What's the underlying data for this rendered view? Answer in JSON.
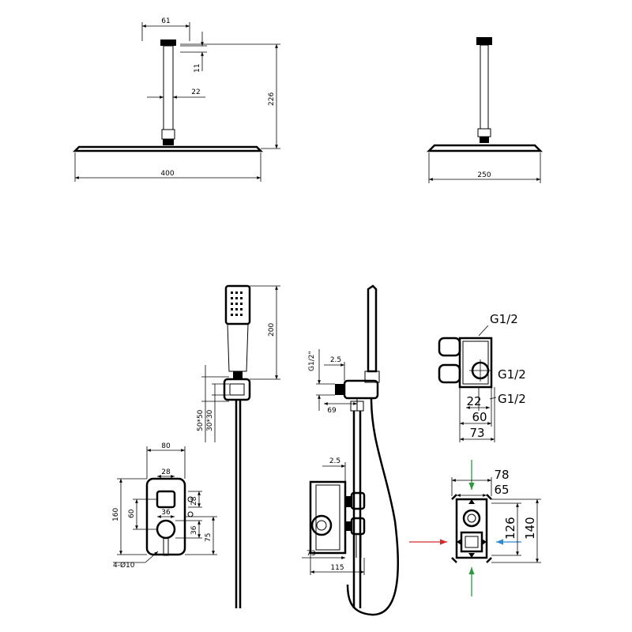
{
  "top_view_front": {
    "d61": "61",
    "d11": "11",
    "d22": "22",
    "d226": "226",
    "d400": "400"
  },
  "top_view_side": {
    "d250": "250"
  },
  "handheld": {
    "d200": "200",
    "d50x50": "50*50",
    "d30x30": "30*30"
  },
  "valve_plate": {
    "d80": "80",
    "d28a": "28",
    "d28b": "28",
    "d160": "160",
    "d60": "60",
    "d36a": "36",
    "d36b": "36",
    "d75": "75",
    "holes": "4-Ø10"
  },
  "side_assembly": {
    "g12": "G1/2\"",
    "d2_5a": "2.5",
    "d69": "69",
    "d2_5b": "2.5",
    "d73": "73",
    "d115": "115"
  },
  "body_side": {
    "g12_top": "G1/2",
    "g12_mid": "G1/2",
    "g12_bot": "G1/2",
    "d22": "22",
    "d60": "60",
    "d73": "73"
  },
  "body_front": {
    "d78": "78",
    "d65": "65",
    "d126": "126",
    "d140": "140"
  },
  "colors": {
    "arrow_red": "#d42a2a",
    "arrow_green": "#2a9a3a",
    "arrow_blue": "#2a8ad4"
  }
}
